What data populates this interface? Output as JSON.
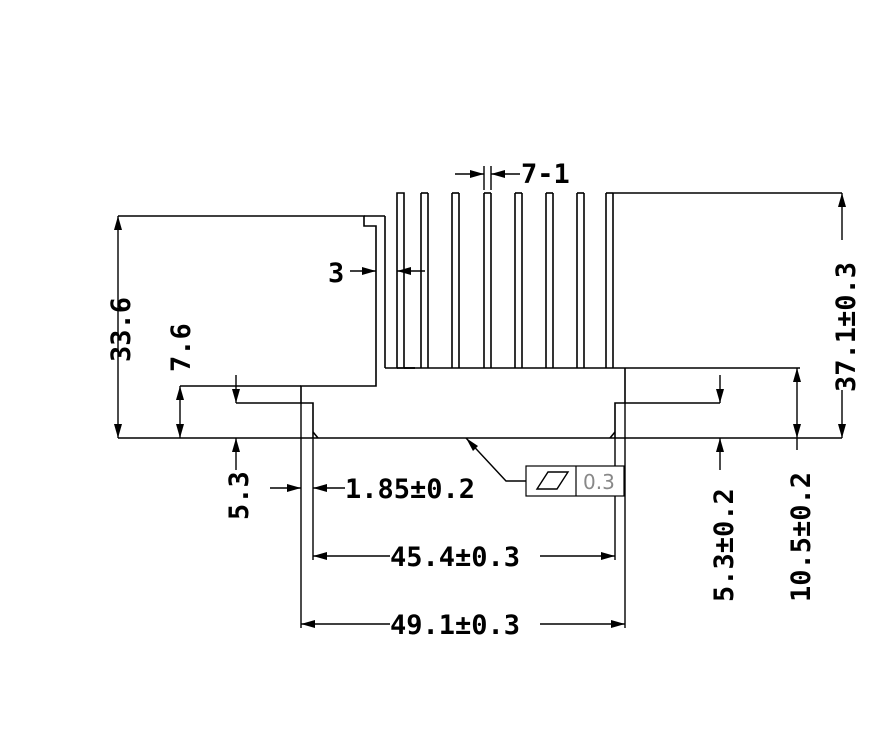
{
  "drawing": {
    "labels": {
      "fin_spacing": "7-1",
      "wall_thickness": "3",
      "left_height": "33.6",
      "left_step": "7.6",
      "left_foot": "5.3",
      "foot_thickness": "1.85±0.2",
      "inner_width": "45.4±0.3",
      "outer_width": "49.1±0.3",
      "right_foot": "5.3±0.2",
      "right_step": "10.5±0.2",
      "total_height": "37.1±0.3"
    },
    "flatness": {
      "symbol": "flatness-parallelogram",
      "tolerance": "0.3"
    }
  }
}
